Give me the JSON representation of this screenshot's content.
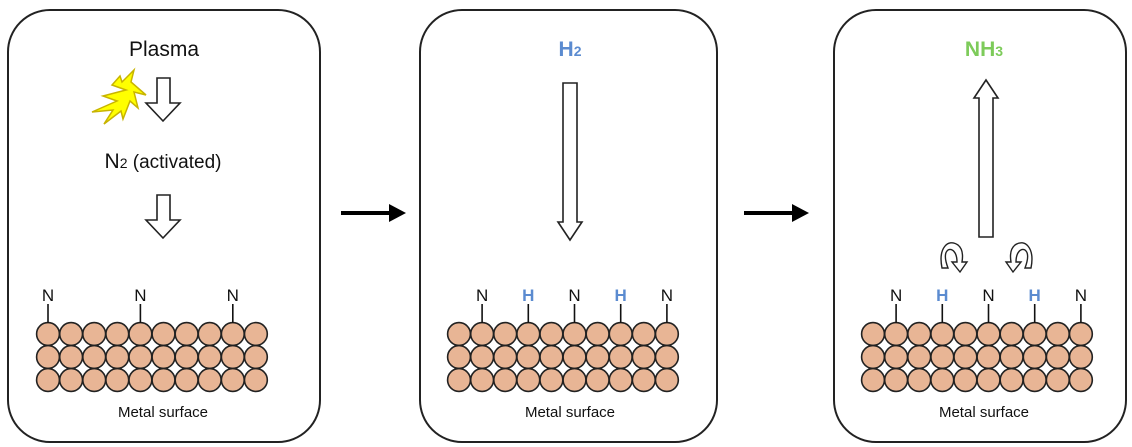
{
  "panels": [
    {
      "title": "Plasma",
      "subtitle_main": "N",
      "subtitle_sub": "2",
      "subtitle_rest": " (activated)",
      "surface_label": "Metal surface",
      "adsorbates": [
        "N",
        "N",
        "N"
      ]
    },
    {
      "title_main": "H",
      "title_sub": "2",
      "surface_label": "Metal surface",
      "adsorbates": [
        "N",
        "H",
        "N",
        "H",
        "N"
      ]
    },
    {
      "title_main": "NH",
      "title_sub": "3",
      "surface_label": "Metal surface",
      "adsorbates": [
        "N",
        "H",
        "N",
        "H",
        "N"
      ]
    }
  ],
  "colors": {
    "hydrogen": "#5b8bd0",
    "ammonia": "#7dcb5a",
    "atom_fill": "#e8b595",
    "spark_fill": "#ffff00",
    "spark_stroke": "#c8b400",
    "outline": "#222222"
  },
  "icons": [
    "plasma-spark-icon",
    "down-arrow-icon",
    "up-arrow-icon",
    "curved-arrow-icon",
    "process-arrow-icon"
  ]
}
